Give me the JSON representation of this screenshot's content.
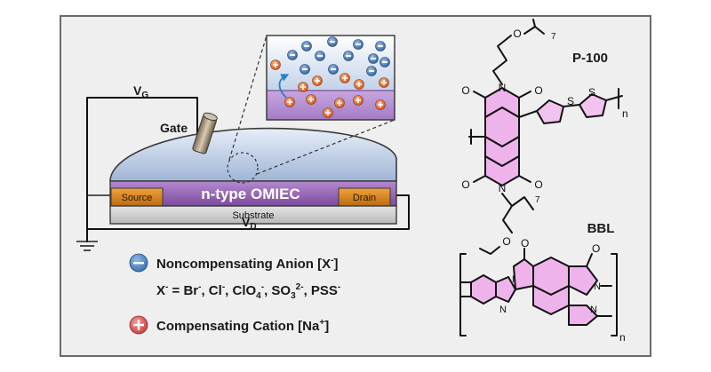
{
  "device": {
    "gate_voltage_label": "V",
    "gate_voltage_sub": "G",
    "drain_voltage_label": "V",
    "drain_voltage_sub": "D",
    "gate_label": "Gate",
    "channel_label": "n-type OMIEC",
    "source_label": "Source",
    "drain_label": "Drain",
    "substrate_label": "Substrate"
  },
  "legend": {
    "anion_title": "Noncompensating Anion [X",
    "anion_title_sup": "-",
    "anion_title_end": "]",
    "anion_list": {
      "prefix": "X",
      "prefix_sup": "-",
      "equals": " = Br",
      "br_sup": "-",
      "cl": ", Cl",
      "cl_sup": "-",
      "clo": ", ClO",
      "clo_sub": "4",
      "clo_sup": "-",
      "so": ", SO",
      "so_sub": "3",
      "so_sup": "2-",
      "pss": ", PSS",
      "pss_sup": "-"
    },
    "cation_title": "Compensating Cation [Na",
    "cation_title_sup": "+",
    "cation_title_end": "]",
    "anion_color": "#3a6fb0",
    "cation_color": "#d9534f"
  },
  "molecules": {
    "polymer1_name": "P-100",
    "polymer2_name": "BBL",
    "repeat_n": "n",
    "side_chain_count": "7",
    "atoms": {
      "O": "O",
      "N": "N",
      "S": "S"
    }
  },
  "colors": {
    "omiec": "#9a64b8",
    "electrolyte": "#b9cbe3",
    "electrode": "#d88418",
    "substrate": "#cccccc",
    "molecule_fill": "#efb3ec",
    "panel_bg": "#efefef"
  }
}
